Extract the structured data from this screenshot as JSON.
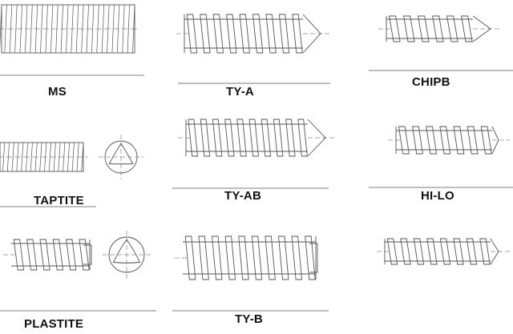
{
  "labels": {
    "ms": "MS",
    "ty_a": "TY-A",
    "chipb": "CHIPB",
    "taptite": "TAPTITE",
    "ty_ab": "TY-AB",
    "hi_lo": "HI-LO",
    "plastite": "PLASTITE",
    "ty_b": "TY-B"
  },
  "colors": {
    "line": "#555555",
    "text": "#111111",
    "background": "#ffffff"
  }
}
